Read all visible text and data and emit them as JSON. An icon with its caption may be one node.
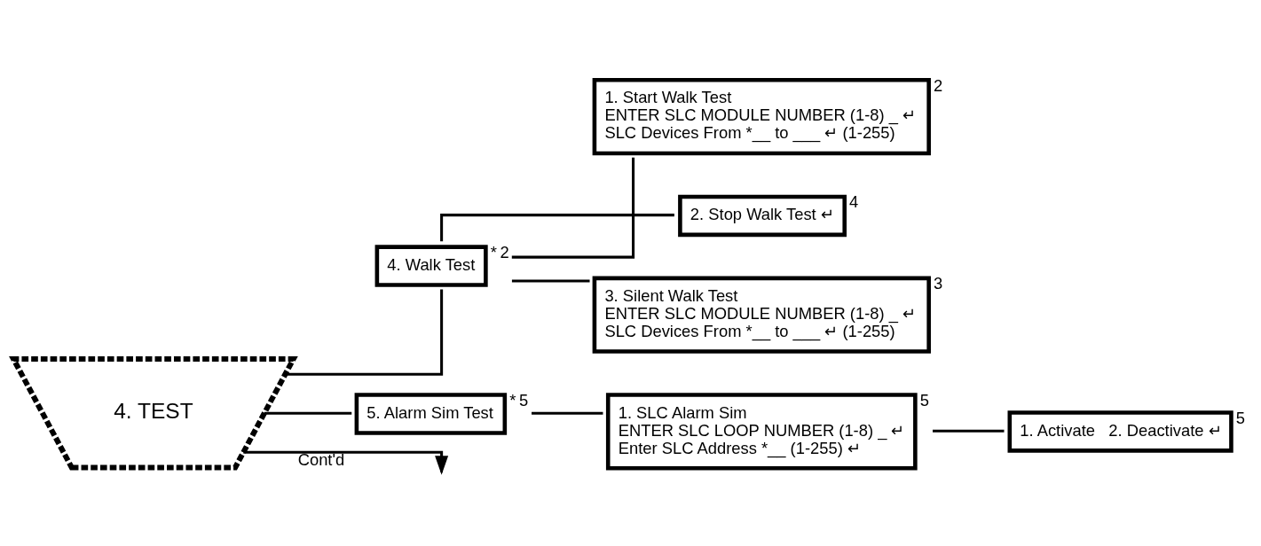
{
  "diagram": {
    "nodes": [
      {
        "text": [
          "4. TEST"
        ]
      },
      {
        "text": [
          "4. Walk Test"
        ],
        "beside": [
          "*",
          "2"
        ]
      },
      {
        "text": [
          "1. Start Walk Test",
          "ENTER SLC MODULE NUMBER (1-8) _ ↵",
          "SLC Devices From *__ to ___ ↵ (1-255)"
        ],
        "beside": [
          "2"
        ]
      },
      {
        "text": [
          "2. Stop Walk Test ↵"
        ],
        "beside": [
          "4"
        ]
      },
      {
        "text": [
          "3. Silent Walk Test",
          "ENTER SLC MODULE NUMBER (1-8) _ ↵",
          "SLC Devices From *__ to ___ ↵ (1-255)"
        ],
        "beside": [
          "3"
        ]
      },
      {
        "text": [
          "5. Alarm Sim Test"
        ],
        "beside": [
          "*",
          "5"
        ]
      },
      {
        "text": [
          "1. SLC Alarm Sim",
          "ENTER SLC LOOP NUMBER (1-8) _ ↵",
          "Enter SLC Address *__ (1-255) ↵"
        ],
        "beside": [
          "5"
        ]
      },
      {
        "text": [
          "1. Activate   2. Deactivate ↵"
        ],
        "beside": [
          "5"
        ]
      }
    ],
    "edges": [
      {
        "from": 0,
        "to": null,
        "arrow": "to",
        "label": "Cont'd"
      },
      {
        "from": 0,
        "to": 1,
        "arrow": "none"
      },
      {
        "from": 0,
        "to": 5,
        "arrow": "none"
      },
      {
        "from": 1,
        "to": 2,
        "arrow": "none"
      },
      {
        "from": 1,
        "to": 3,
        "arrow": "none"
      },
      {
        "from": 1,
        "to": 4,
        "arrow": "none"
      },
      {
        "from": 5,
        "to": 6,
        "arrow": "none"
      },
      {
        "from": 6,
        "to": 7,
        "arrow": "none"
      }
    ]
  }
}
